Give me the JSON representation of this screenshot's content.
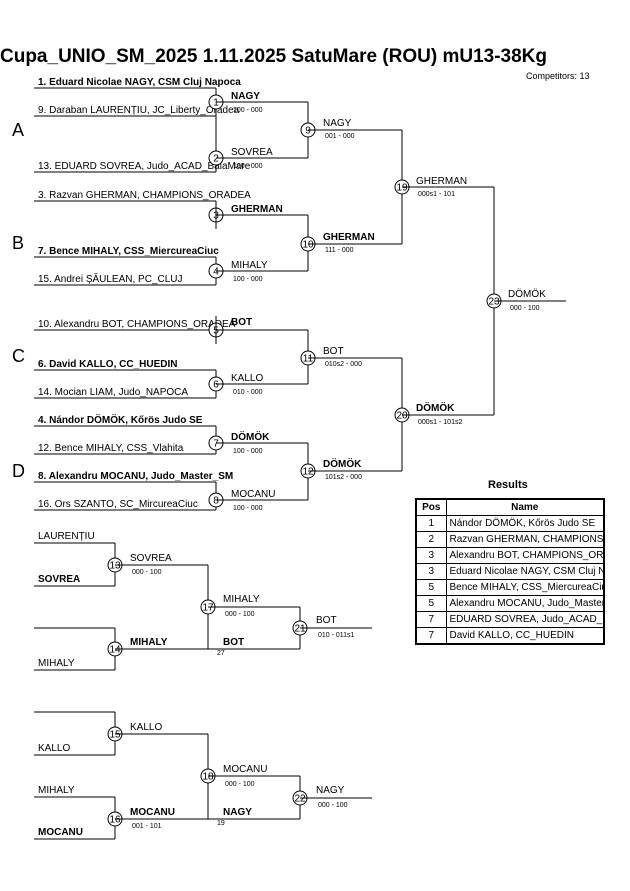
{
  "header": {
    "title": "Cupa_UNIO_SM_2025  1.11.2025  SatuMare (ROU)   mU13-38Kg",
    "competitors": "Competitors: 13"
  },
  "groups": [
    "A",
    "B",
    "C",
    "D"
  ],
  "entries": [
    {
      "text": "1. Eduard Nicolae NAGY, CSM Cluj Napoca",
      "bold": true
    },
    {
      "text": "9. Daraban LAURENȚIU, JC_Liberty_Oradea",
      "bold": false
    },
    {
      "text": "13. EDUARD SOVREA, Judo_ACAD_BaiaMare",
      "bold": false
    },
    {
      "text": "3. Razvan GHERMAN, CHAMPIONS_ORADEA",
      "bold": false
    },
    {
      "text": "7. Bence MIHALY, CSS_MiercureaCiuc",
      "bold": true
    },
    {
      "text": "15. Andrei ȘĂULEAN, PC_CLUJ",
      "bold": false
    },
    {
      "text": "10. Alexandru BOT, CHAMPIONS_ORADEA",
      "bold": false
    },
    {
      "text": "6. David KALLO, CC_HUEDIN",
      "bold": true
    },
    {
      "text": "14. Mocian LIAM, Judo_NAPOCA",
      "bold": false
    },
    {
      "text": "4. Nándor DÖMÖK, Kőrös Judo SE",
      "bold": true
    },
    {
      "text": "12. Bence MIHALY, CSS_Vlahita",
      "bold": false
    },
    {
      "text": "8. Alexandru MOCANU, Judo_Master_SM",
      "bold": true
    },
    {
      "text": "16. Ors SZANTO, SC_MircureaCiuc",
      "bold": false
    }
  ],
  "matches": [
    {
      "no": "1",
      "winner": "NAGY",
      "winner_bold": true,
      "score": "100 - 000"
    },
    {
      "no": "2",
      "winner": "SOVREA",
      "winner_bold": false,
      "score": "100 - 000"
    },
    {
      "no": "3",
      "winner": "GHERMAN",
      "winner_bold": true,
      "score": ""
    },
    {
      "no": "4",
      "winner": "MIHALY",
      "winner_bold": false,
      "score": "100 - 000"
    },
    {
      "no": "5",
      "winner": "BOT",
      "winner_bold": true,
      "score": ""
    },
    {
      "no": "6",
      "winner": "KALLO",
      "winner_bold": false,
      "score": "010 - 000"
    },
    {
      "no": "7",
      "winner": "DÖMÖK",
      "winner_bold": true,
      "score": "100 - 000"
    },
    {
      "no": "8",
      "winner": "MOCANU",
      "winner_bold": false,
      "score": "100 - 000"
    },
    {
      "no": "9",
      "winner": "NAGY",
      "winner_bold": false,
      "score": "001 - 000"
    },
    {
      "no": "10",
      "winner": "GHERMAN",
      "winner_bold": true,
      "score": "111 - 000"
    },
    {
      "no": "11",
      "winner": "BOT",
      "winner_bold": false,
      "score": "010s2 - 000"
    },
    {
      "no": "12",
      "winner": "DÖMÖK",
      "winner_bold": true,
      "score": "101s2 - 000"
    },
    {
      "no": "19",
      "winner": "GHERMAN",
      "winner_bold": false,
      "score": "000s1 - 101"
    },
    {
      "no": "20",
      "winner": "DÖMÖK",
      "winner_bold": true,
      "score": "000s1 - 101s2"
    },
    {
      "no": "23",
      "winner": "DÖMÖK",
      "winner_bold": false,
      "score": "000 - 100"
    }
  ],
  "repechage": {
    "r1_top": "LAURENȚIU",
    "r1_bottom": "SOVREA",
    "m13": {
      "no": "13",
      "winner": "SOVREA",
      "score": "000 - 100"
    },
    "r2_top": "MIHALY",
    "m14": {
      "no": "14",
      "winner": "MIHALY",
      "score": ""
    },
    "m17": {
      "no": "17",
      "winner": "MIHALY",
      "score": "000 - 100"
    },
    "m17_entrant": "BOT",
    "m17_note": "27",
    "m21": {
      "no": "21",
      "winner": "BOT",
      "score": "010 - 011s1"
    },
    "r3_bottom": "KALLO",
    "m15": {
      "no": "15",
      "winner": "KALLO",
      "score": ""
    },
    "r4_top": "MIHALY",
    "r4_bottom": "MOCANU",
    "m16": {
      "no": "16",
      "winner": "MOCANU",
      "score": "001 - 101"
    },
    "m18": {
      "no": "18",
      "winner": "MOCANU",
      "score": "000 - 100"
    },
    "m18_entrant": "NAGY",
    "m18_note": "19",
    "m22": {
      "no": "22",
      "winner": "NAGY",
      "score": "000 - 100"
    }
  },
  "results": {
    "title": "Results",
    "headers": [
      "Pos",
      "Name"
    ],
    "rows": [
      {
        "pos": "1",
        "name": "Nándor DÖMÖK, Kőrös Judo SE"
      },
      {
        "pos": "2",
        "name": "Razvan GHERMAN, CHAMPIONS_ORADEA"
      },
      {
        "pos": "3",
        "name": "Alexandru BOT, CHAMPIONS_ORADEA"
      },
      {
        "pos": "3",
        "name": "Eduard Nicolae NAGY, CSM Cluj Napoca"
      },
      {
        "pos": "5",
        "name": "Bence MIHALY, CSS_MiercureaCiuc"
      },
      {
        "pos": "5",
        "name": "Alexandru MOCANU, Judo_Master_SM"
      },
      {
        "pos": "7",
        "name": "EDUARD SOVREA, Judo_ACAD_BaiaMare"
      },
      {
        "pos": "7",
        "name": "David KALLO, CC_HUEDIN"
      }
    ]
  }
}
